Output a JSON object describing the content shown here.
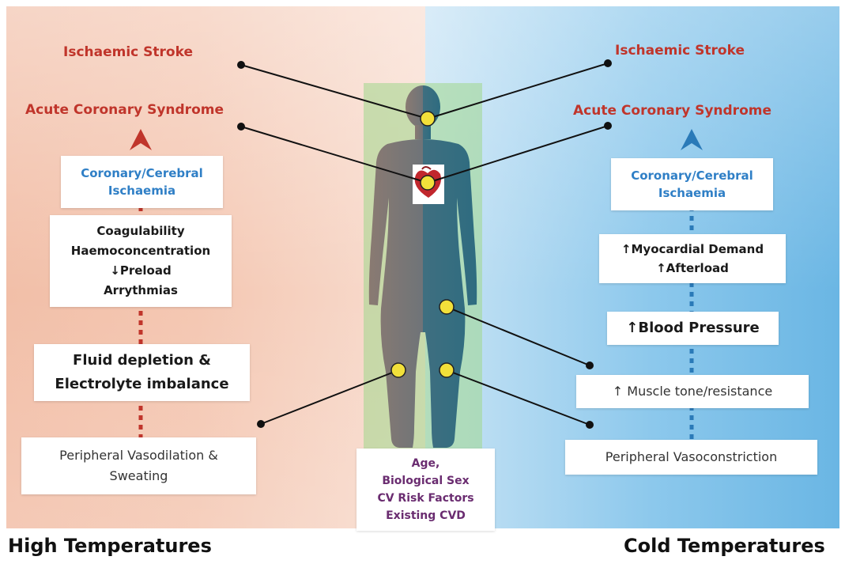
{
  "left": {
    "stroke": "Ischaemic Stroke",
    "acs": "Acute Coronary Syndrome",
    "ischaemia": [
      "Coronary/Cerebral",
      "Ischaemia"
    ],
    "mechanisms": [
      "Coagulability",
      "Haemoconcentration",
      "↓Preload",
      "Arrythmias"
    ],
    "fluid": [
      "Fluid depletion &",
      "Electrolyte imbalance"
    ],
    "vaso": [
      "Peripheral Vasodilation &",
      "Sweating"
    ],
    "footer": "High Temperatures"
  },
  "right": {
    "stroke": "Ischaemic Stroke",
    "acs": "Acute Coronary Syndrome",
    "ischaemia": [
      "Coronary/Cerebral",
      "Ischaemia"
    ],
    "demand": [
      "↑Myocardial Demand",
      "↑Afterload"
    ],
    "bp": "↑Blood Pressure",
    "muscle": "↑ Muscle tone/resistance",
    "vaso": "Peripheral Vasoconstriction",
    "footer": "Cold Temperatures"
  },
  "center": {
    "factors": [
      "Age,",
      "Biological Sex",
      "CV Risk Factors",
      "Existing CVD"
    ]
  },
  "colors": {
    "heat_red": "#c0352b",
    "cold_blue": "#2a7ab8",
    "ischaemia_blue": "#2f7fc6",
    "factor_purple": "#6a2c70",
    "marker_yellow": "#f2e03a"
  }
}
